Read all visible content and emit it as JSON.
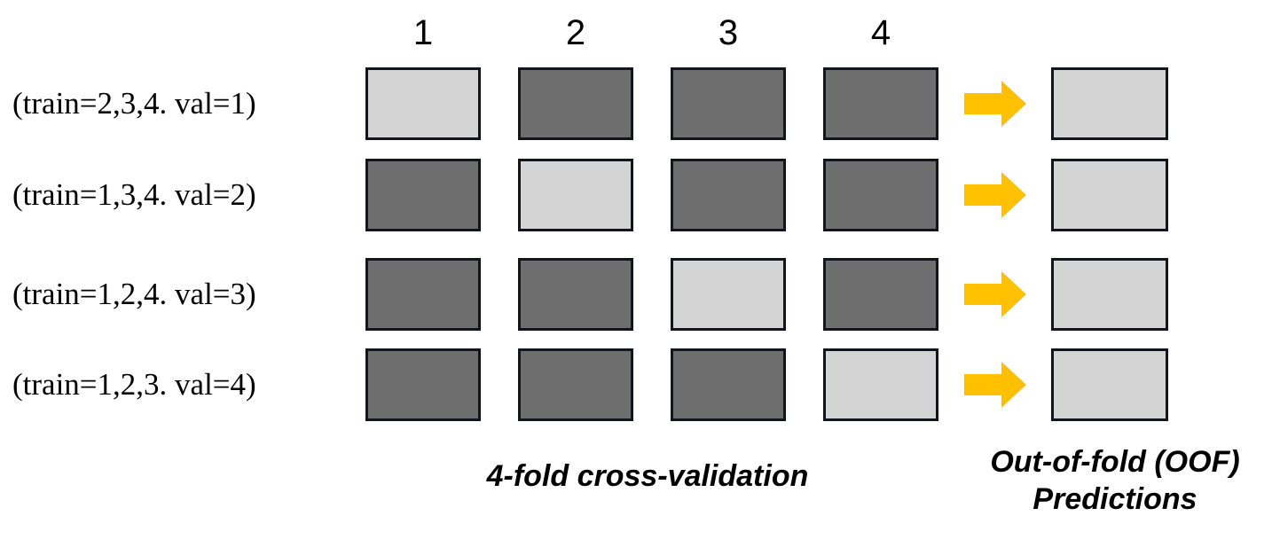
{
  "diagram": {
    "column_headers": [
      "1",
      "2",
      "3",
      "4"
    ],
    "rows": [
      {
        "label": "(train=2,3,4. val=1)",
        "cells": [
          "val",
          "train",
          "train",
          "train"
        ],
        "oof": true
      },
      {
        "label": "(train=1,3,4. val=2)",
        "cells": [
          "train",
          "val",
          "train",
          "train"
        ],
        "oof": true
      },
      {
        "label": "(train=1,2,4. val=3)",
        "cells": [
          "train",
          "train",
          "val",
          "train"
        ],
        "oof": true
      },
      {
        "label": "(train=1,2,3. val=4)",
        "cells": [
          "train",
          "train",
          "train",
          "val"
        ],
        "oof": true
      }
    ],
    "captions": {
      "cross_validation": "4-fold cross-validation",
      "oof_line1": "Out-of-fold (OOF)",
      "oof_line2": "Predictions"
    },
    "arrow_icon": "right-arrow-icon",
    "colors": {
      "train_fill": "#6e6e6e",
      "val_fill": "#d4d4d4",
      "oof_fill": "#d4d4d4",
      "box_border": "#12161c",
      "arrow_fill": "#ffc000",
      "text": "#000000",
      "background": "#ffffff"
    }
  }
}
